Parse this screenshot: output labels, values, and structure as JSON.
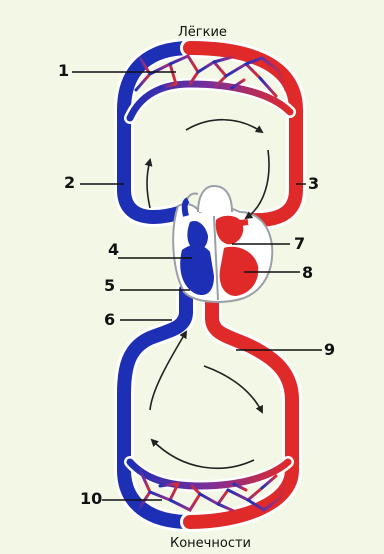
{
  "labels": {
    "top": "Лёгкие",
    "bottom": "Конечности"
  },
  "callouts": [
    "1",
    "2",
    "3",
    "4",
    "5",
    "6",
    "7",
    "8",
    "9",
    "10"
  ],
  "colors": {
    "background": "#f3f7e6",
    "venous": "#1d2fb5",
    "arterial": "#e02a2a",
    "outline": "#ffffff",
    "mixed": "#7a2f9a",
    "heart_outline": "#9aa0a6"
  }
}
